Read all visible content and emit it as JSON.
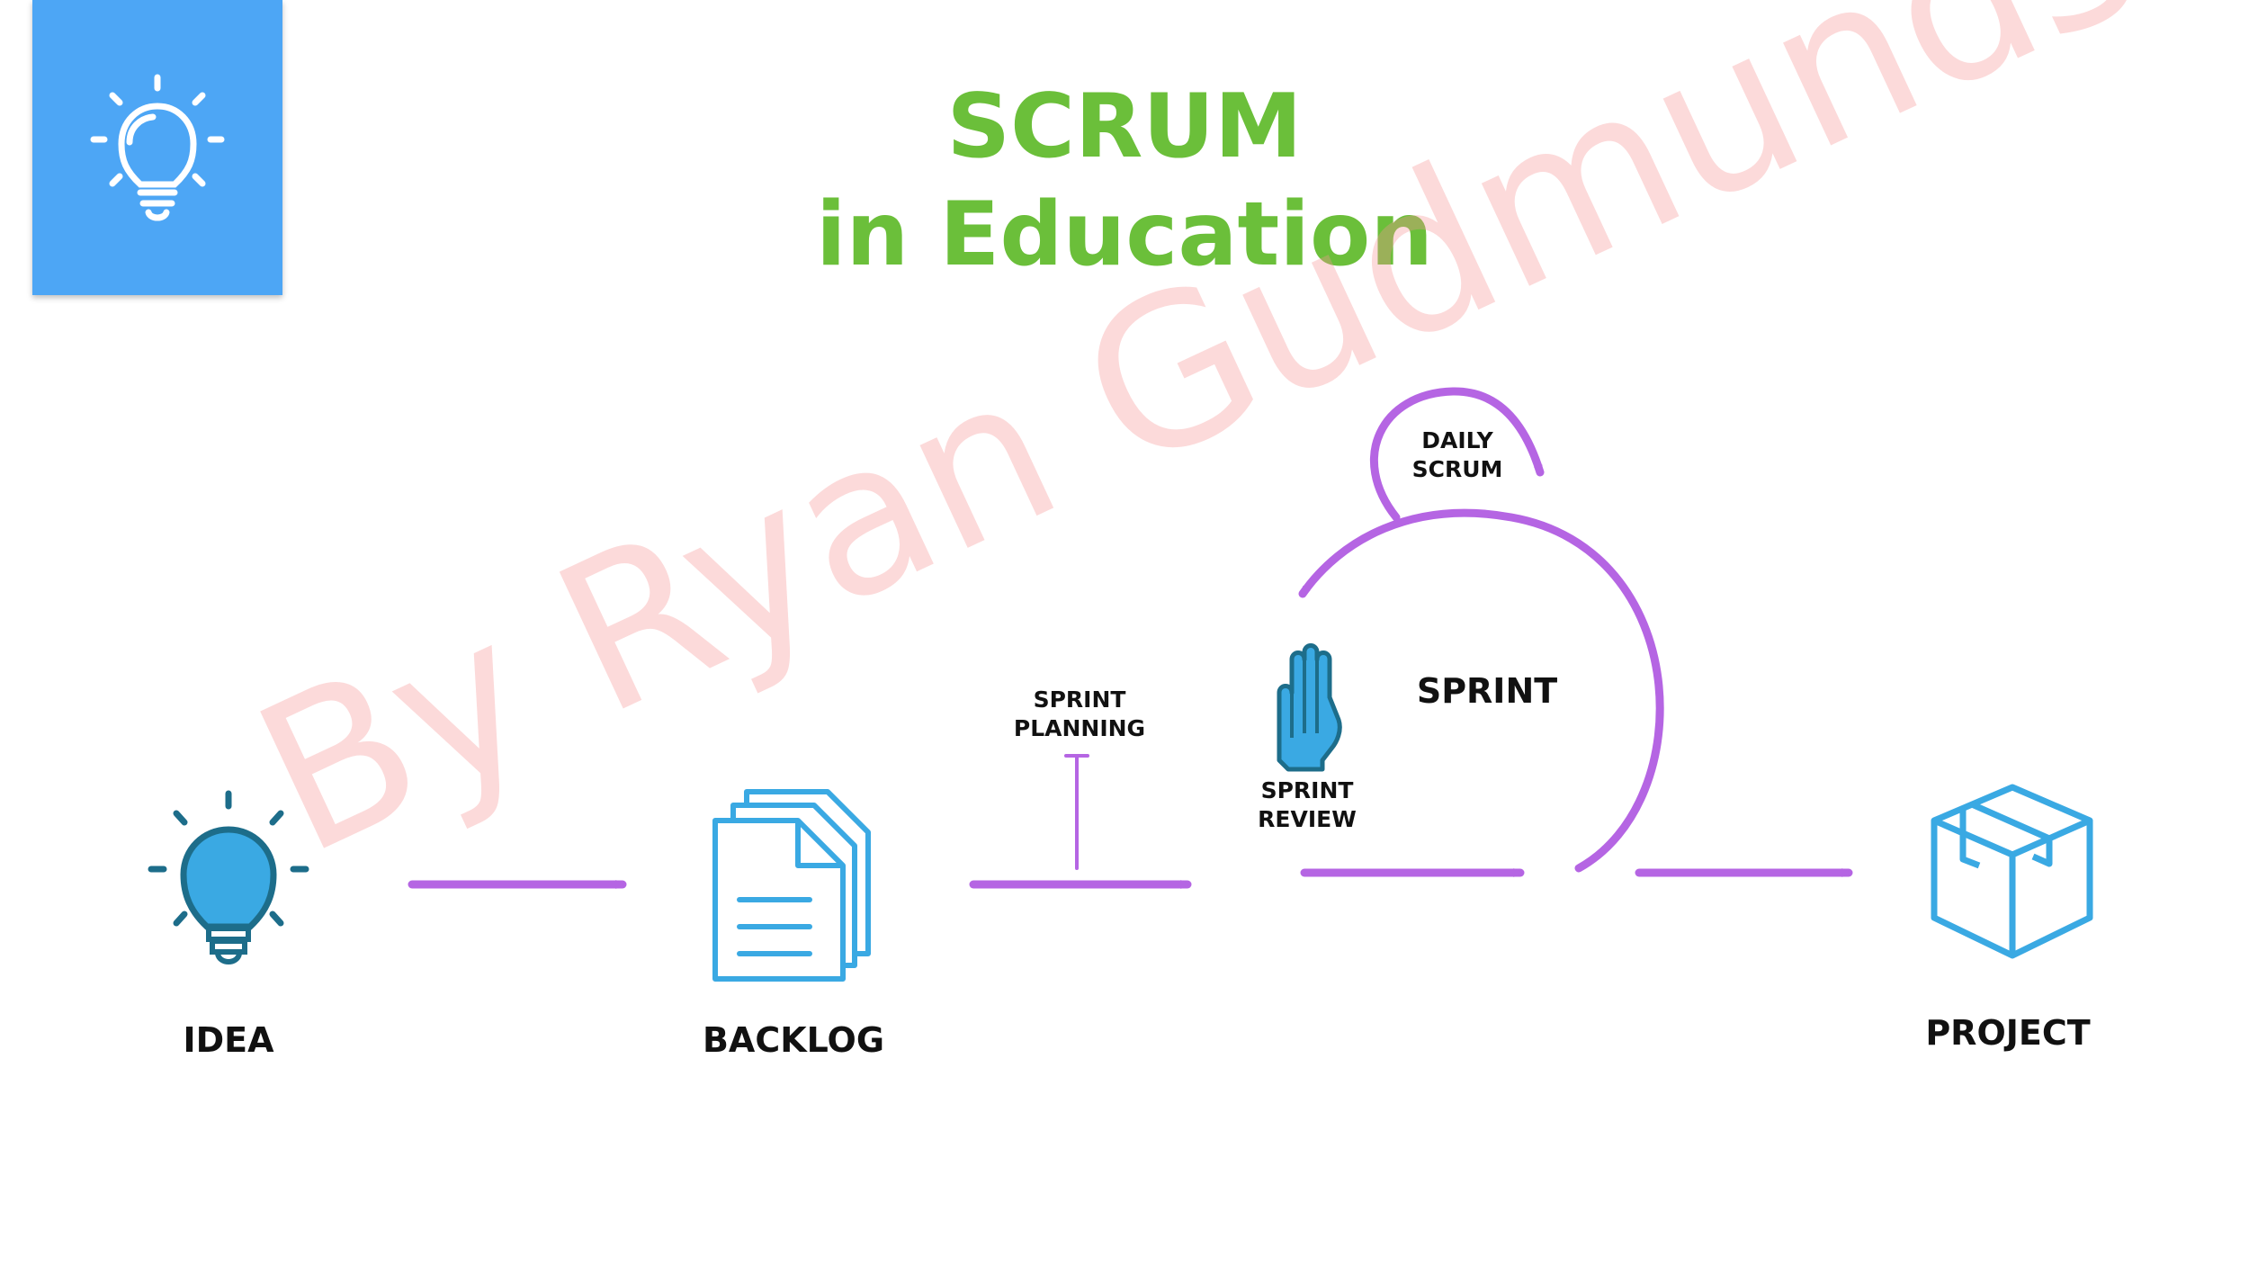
{
  "title": {
    "line1": "SCRUM",
    "line2": "in Education"
  },
  "labels": {
    "idea": "IDEA",
    "backlog": "BACKLOG",
    "sprint_planning_1": "SPRINT",
    "sprint_planning_2": "PLANNING",
    "sprint_review_1": "SPRINT",
    "sprint_review_2": "REVIEW",
    "daily_scrum_1": "DAILY",
    "daily_scrum_2": "SCRUM",
    "sprint": "SPRINT",
    "project": "PROJECT"
  },
  "watermark": "By Ryan Gudmundson",
  "colors": {
    "title_green": "#6bbf3a",
    "arrow_purple": "#b565e3",
    "icon_blue": "#3aa9e3",
    "icon_dark": "#1d6d8a",
    "tile_blue": "#4da6f5"
  },
  "icons": [
    "lightbulb-icon",
    "documents-icon",
    "raised-hand-icon",
    "box-icon"
  ]
}
